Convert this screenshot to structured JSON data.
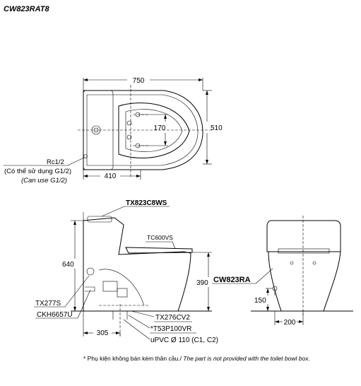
{
  "model_title": "CW823RAT8",
  "top_view": {
    "dim_length": "750",
    "dim_width": "510",
    "dim_center": "170",
    "dim_offset": "410",
    "label_inlet": "Rc1/2",
    "label_inlet_note_vi": "(Có thể sử dụng G1/2)",
    "label_inlet_note_en": "(Can use G1/2)"
  },
  "side_view": {
    "label_top_part": "TX823C8WS",
    "label_seat": "TC600VS",
    "dim_height": "640",
    "dim_seat_height": "390",
    "dim_rough_in": "305",
    "label_valve": "TX277S",
    "label_flex": "CKH6657U",
    "label_flange": "TX276CV2",
    "label_t53": "*T53P100VR",
    "label_upvc": "uPVC Ø 110 (C1, C2)"
  },
  "front_view": {
    "label_model": "CW823RA",
    "dim_inlet_height": "150",
    "dim_inlet_offset": "200"
  },
  "footnote": {
    "vi": "* Phụ kiện không bán kèm thân cầu./ ",
    "en": "The part is not provided with the toilet bowl box."
  }
}
